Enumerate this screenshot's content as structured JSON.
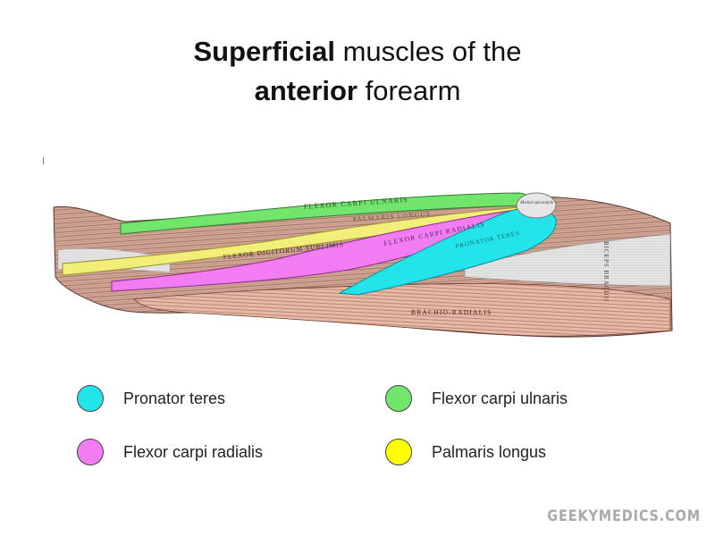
{
  "title": {
    "line1_bold": "Superficial",
    "line1_rest": " muscles of the",
    "line2_bold": "anterior",
    "line2_rest": " forearm"
  },
  "figure_labels": {
    "flexor_carpi_ulnaris": "FLEXOR CARPI ULNARIS",
    "palmaris_longus": "PALMARIS LONGUS",
    "flexor_carpi_radialis": "FLEXOR CARPI RADIALIS",
    "flexor_digitorum_sublimis": "FLEXOR DIGITORUM SUBLIMIS",
    "pronator_teres": "PRONATOR TERES",
    "biceps_brachii": "BICEPS BRACHII",
    "brachio_radialis": "BRACHIO-RADIALIS",
    "medial_epicondyle": "Medial epicondyle"
  },
  "legend": [
    {
      "label": "Pronator teres",
      "color": "#22e4ea"
    },
    {
      "label": "Flexor carpi ulnaris",
      "color": "#72e66c"
    },
    {
      "label": "Flexor carpi radialis",
      "color": "#f27cf2"
    },
    {
      "label": "Palmaris longus",
      "color": "#ffff00"
    }
  ],
  "watermark": "GEEKYMEDICS.COM"
}
